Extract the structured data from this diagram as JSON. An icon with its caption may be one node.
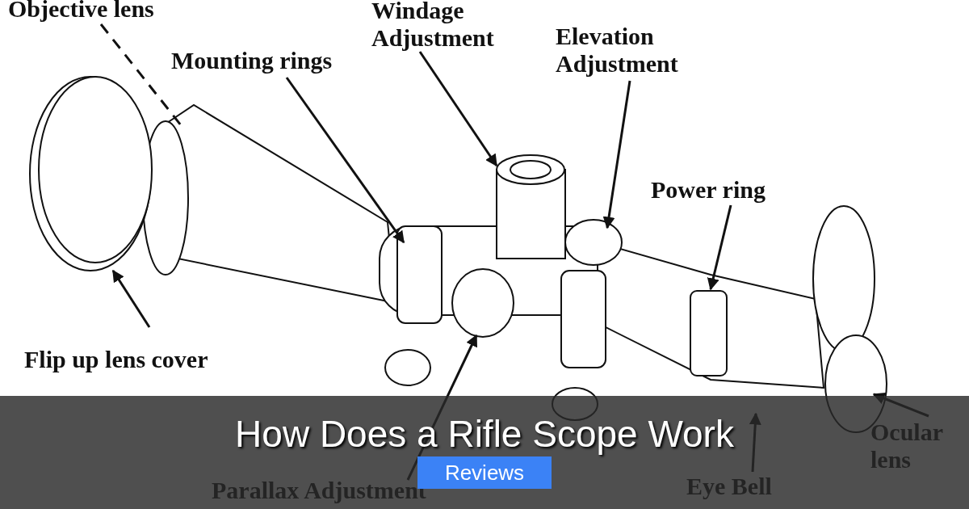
{
  "diagram": {
    "title": "How Does a Rifle Scope Work",
    "nodes": [
      {
        "text": [
          "Objective lens"
        ]
      },
      {
        "text": [
          "Windage Adjustment"
        ]
      },
      {
        "text": [
          "Mounting rings"
        ]
      },
      {
        "text": [
          "Elevation Adjustment"
        ]
      },
      {
        "text": [
          "Power ring"
        ]
      },
      {
        "text": [
          "Flip up lens cover"
        ]
      },
      {
        "text": [
          "Parallax Adjustment"
        ]
      },
      {
        "text": [
          "Eye Bell"
        ]
      },
      {
        "text": [
          "Ocular lens"
        ]
      }
    ],
    "edges": [
      {
        "from": 0,
        "to": null,
        "arrow": "none",
        "style": "dashed"
      },
      {
        "from": 1,
        "to": null,
        "arrow": "to"
      },
      {
        "from": 2,
        "to": null,
        "arrow": "to"
      },
      {
        "from": 3,
        "to": null,
        "arrow": "to"
      },
      {
        "from": 4,
        "to": null,
        "arrow": "to"
      },
      {
        "from": 5,
        "to": null,
        "arrow": "to"
      },
      {
        "from": 6,
        "to": null,
        "arrow": "to"
      },
      {
        "from": 7,
        "to": null,
        "arrow": "to"
      },
      {
        "from": 8,
        "to": null,
        "arrow": "to"
      }
    ],
    "labels": [
      "Reviews"
    ]
  }
}
